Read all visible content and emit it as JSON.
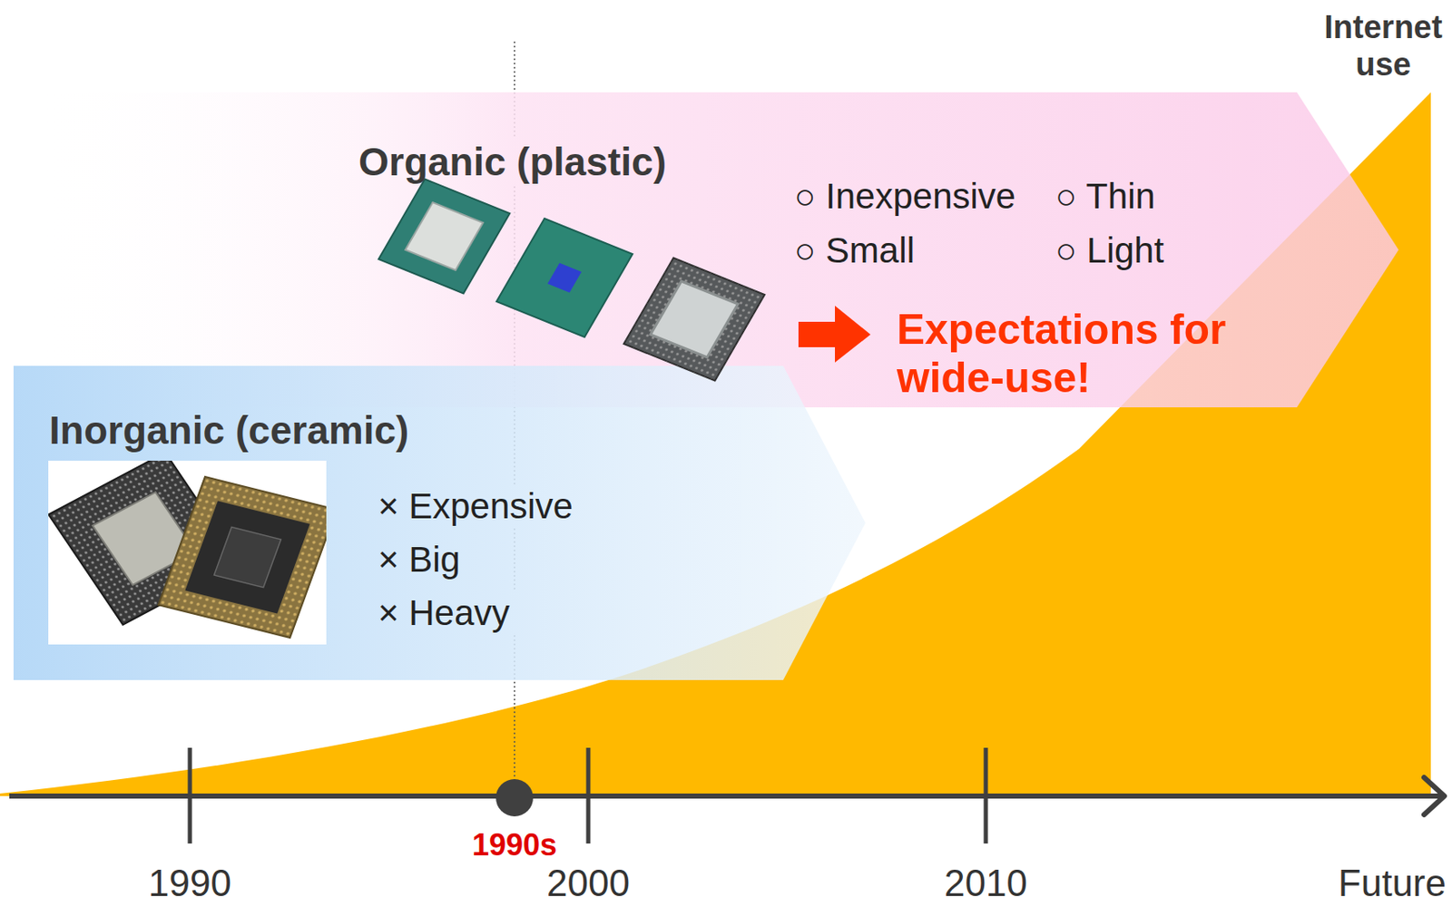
{
  "diagram": {
    "nodes": [
      {
        "text": [
          "Organic (plastic)",
          "○ Inexpensive",
          "○ Thin",
          "○ Small",
          "○ Light",
          "Expectations for wide-use!"
        ]
      },
      {
        "text": [
          "Inorganic (ceramic)",
          "× Expensive",
          "× Big",
          "× Heavy"
        ]
      }
    ],
    "labels": [
      "Internet use",
      "1990",
      "1990s",
      "2000",
      "2010",
      "Future"
    ]
  }
}
